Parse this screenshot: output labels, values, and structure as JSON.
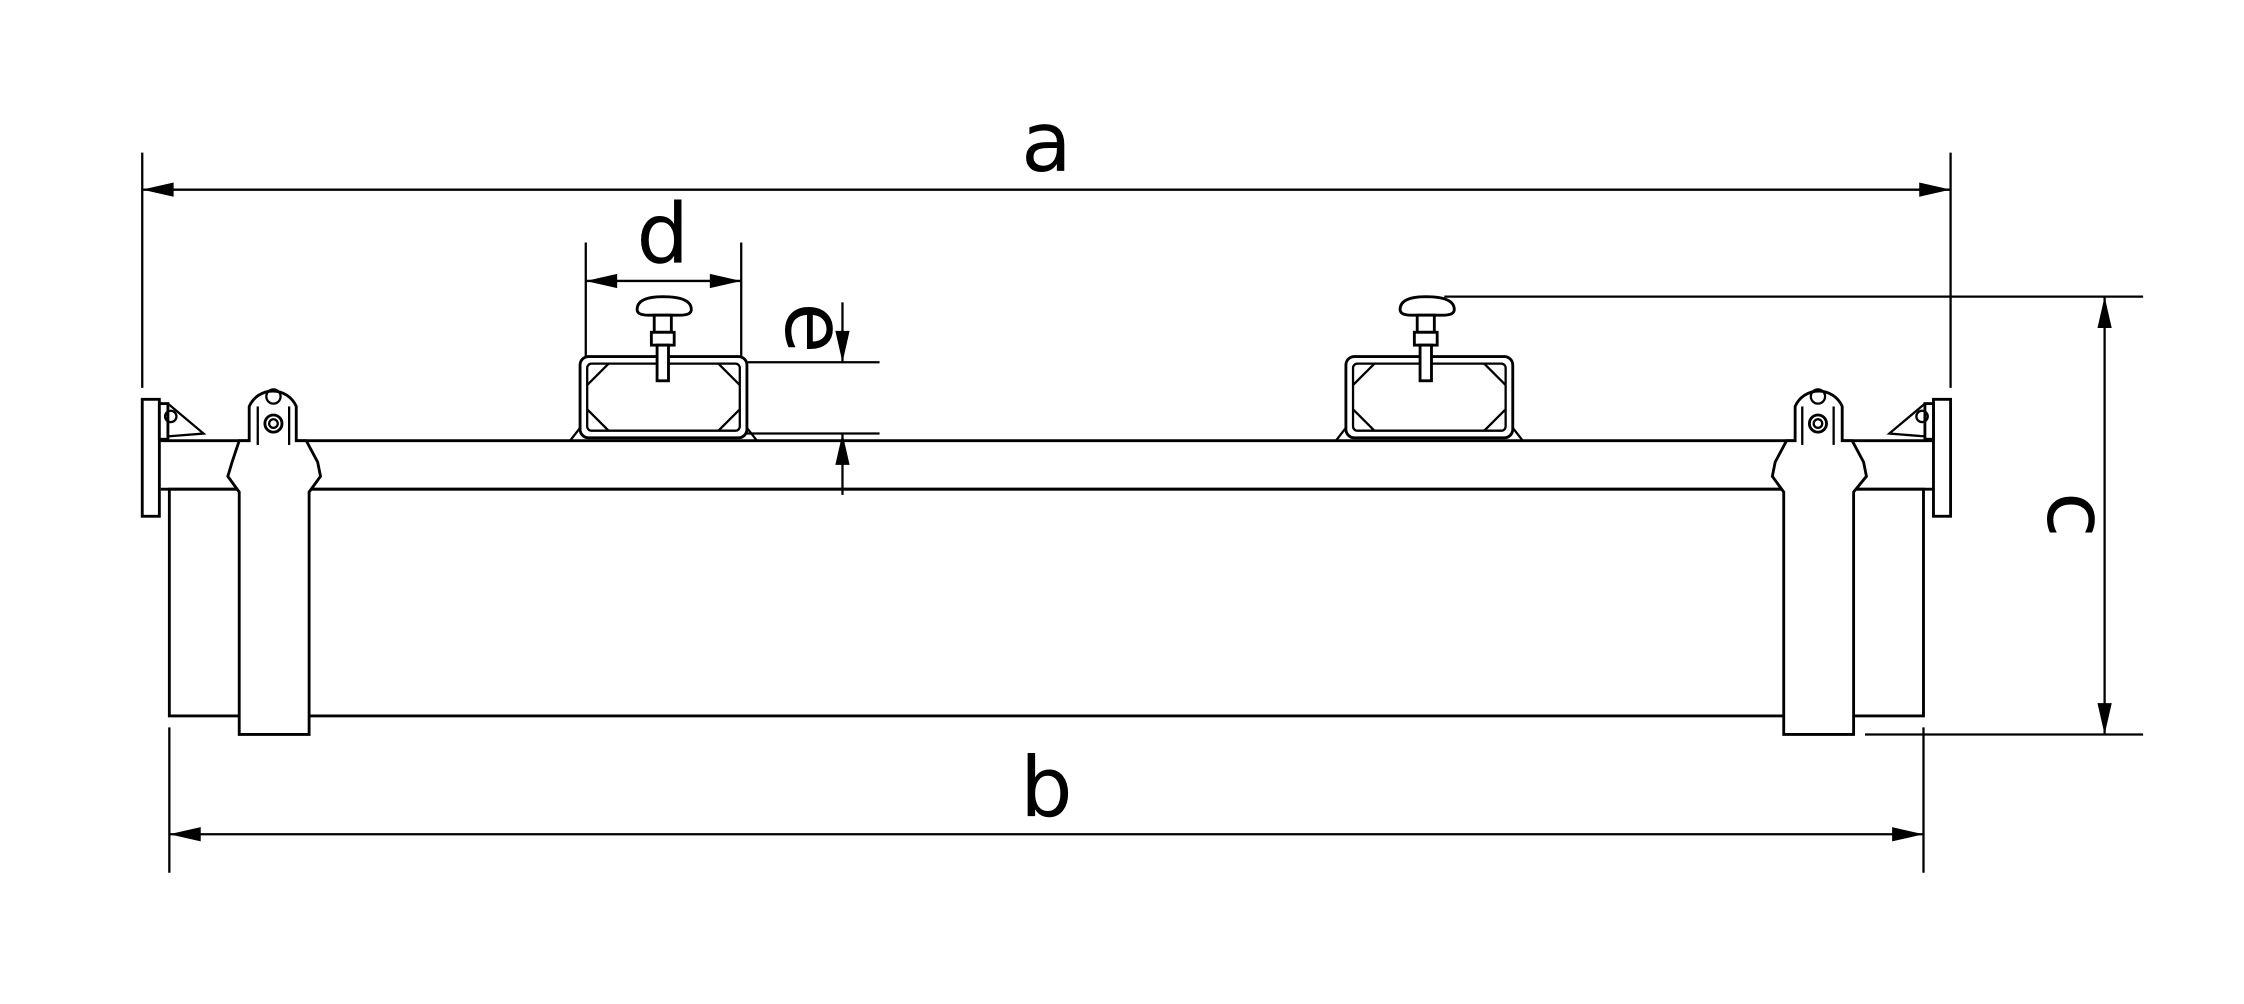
{
  "diagram": {
    "type": "technical-drawing",
    "dimension_labels": {
      "a": "a",
      "b": "b",
      "c": "c",
      "d": "d",
      "e": "e"
    },
    "colors": {
      "line": "#000000",
      "background": "#ffffff"
    }
  }
}
